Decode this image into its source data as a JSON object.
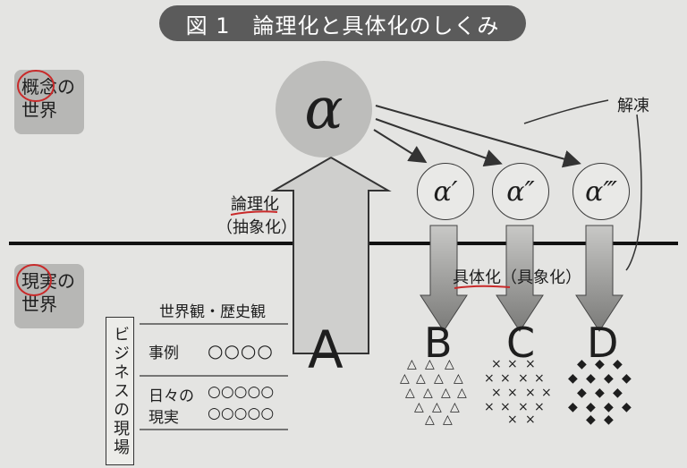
{
  "figure_title": "図 1　論理化と具体化のしくみ",
  "concept_world": [
    "概念の",
    "世界"
  ],
  "reality_world": [
    "現実の",
    "世界"
  ],
  "alpha": "α",
  "alpha_variants": [
    "α′",
    "α″",
    "α‴"
  ],
  "thaw_label": "解凍",
  "logicalization_label": "論理化",
  "abstraction_label": "（抽象化）",
  "concretization_label": "具体化（具象化）",
  "letters": [
    "A",
    "B",
    "C",
    "D"
  ],
  "side_label": "ビジネスの現場",
  "worldview_label": "世界観・歴史観",
  "case_label": "事例",
  "case_marks": "○○○○",
  "daily_label": [
    "日々の",
    "現実"
  ],
  "daily_marks": [
    "○○○○○",
    "○○○○○"
  ],
  "symbols": [
    "△",
    "×",
    "◆"
  ]
}
